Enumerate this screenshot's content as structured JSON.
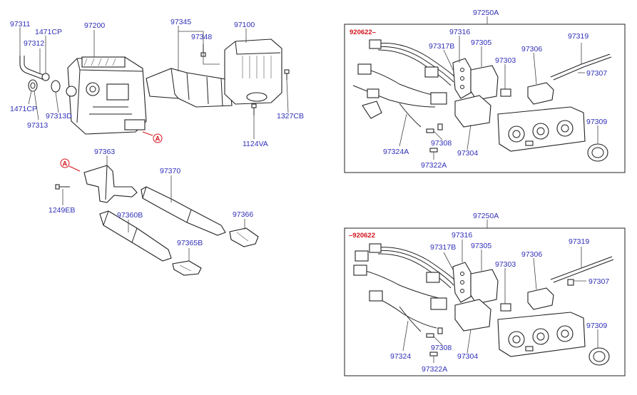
{
  "labels": {
    "p97311": "97311",
    "p97312": "97312",
    "p1471cp_top": "1471CP",
    "p97200": "97200",
    "p1471cp_bot": "1471CP",
    "p97313": "97313",
    "p97313d": "97313D",
    "p97345": "97345",
    "p97348": "97348",
    "p97100": "97100",
    "p1327cb": "1327CB",
    "p1124va": "1124VA",
    "refA_top": "A",
    "refA_bot": "A",
    "p97363": "97363",
    "p1249eb": "1249EB",
    "p97370": "97370",
    "p97360b": "97360B",
    "p97366": "97366",
    "p97365b": "97365B",
    "upper": {
      "title": "97250A",
      "date": "920622–",
      "p97316": "97316",
      "p97317b": "97317B",
      "p97305": "97305",
      "p97319": "97319",
      "p97303": "97303",
      "p97306": "97306",
      "p97307": "97307",
      "p97309": "97309",
      "p97308": "97308",
      "p97304": "97304",
      "p97324a": "97324A",
      "p97322a": "97322A"
    },
    "lower": {
      "title": "97250A",
      "date": "–920622",
      "p97316": "97316",
      "p97317b": "97317B",
      "p97305": "97305",
      "p97319": "97319",
      "p97303": "97303",
      "p97306": "97306",
      "p97307": "97307",
      "p97309": "97309",
      "p97308": "97308",
      "p97304": "97304",
      "p97324": "97324",
      "p97322a": "97322A"
    }
  }
}
